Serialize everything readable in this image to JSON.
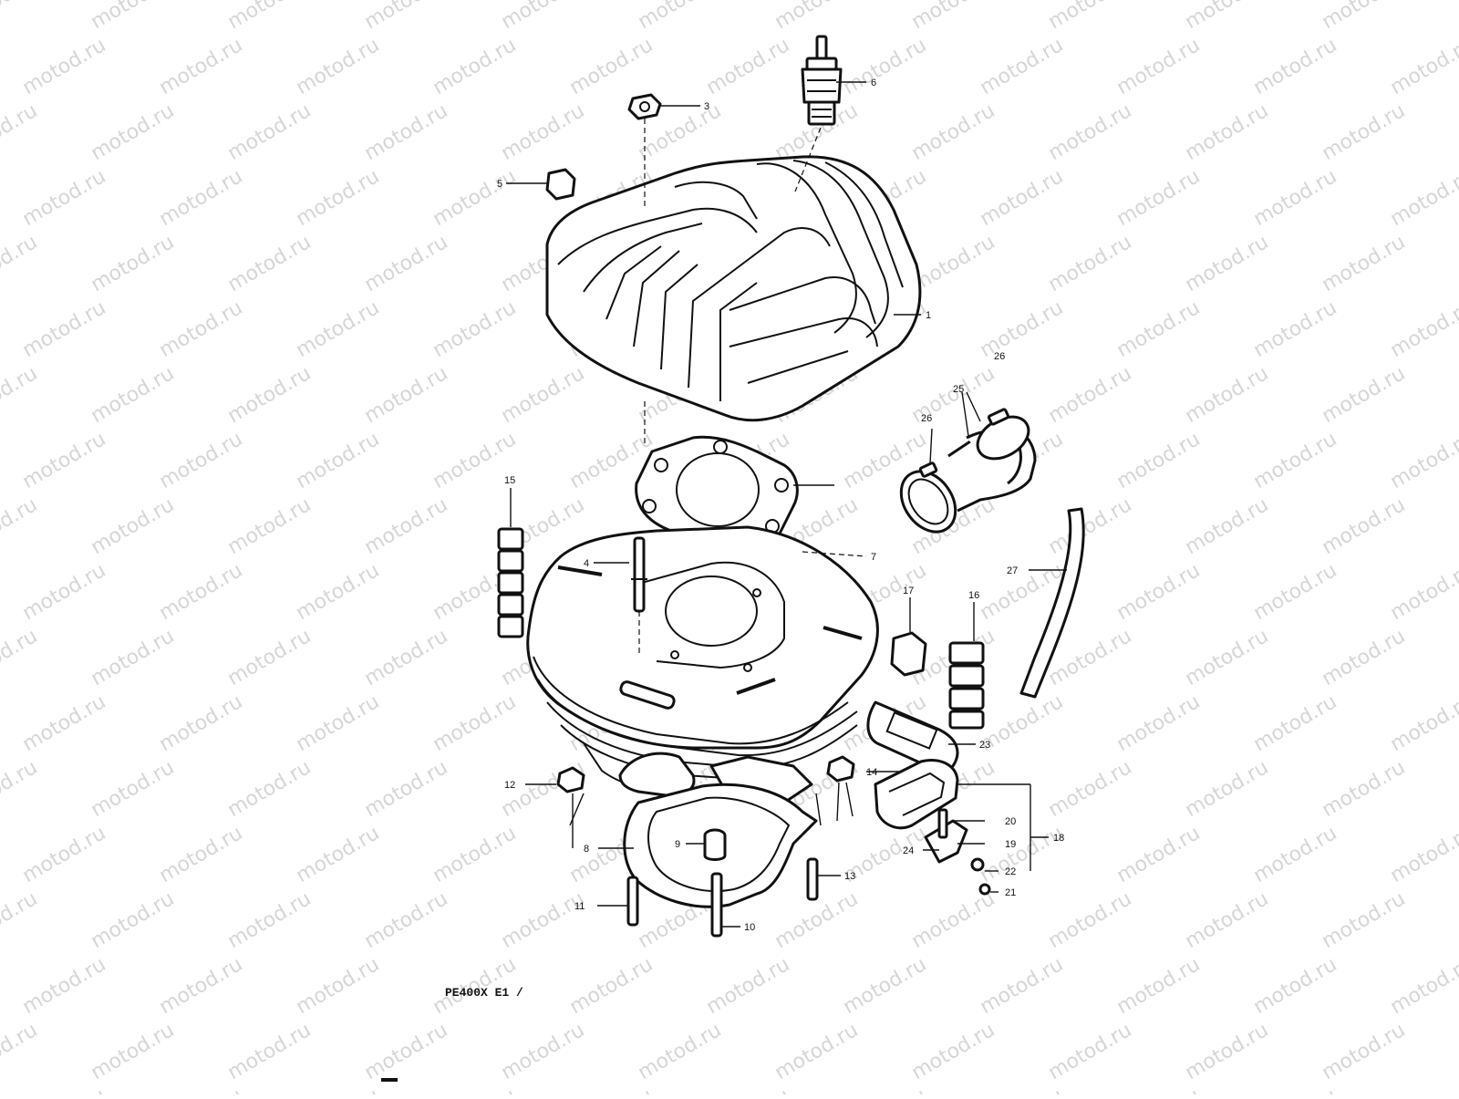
{
  "watermark": {
    "text": "motod.ru",
    "color": "#d6d6d6"
  },
  "diagram": {
    "caption": "PE400X E1 /",
    "line_color": "#111111",
    "callouts": {
      "cylinder_head": "1",
      "nut_top": "3",
      "stud": "4",
      "cap_top": "5",
      "spark_plug": "6",
      "head_gasket": "7",
      "base_gasket": "8",
      "dowel": "9",
      "stud_bottom": "10",
      "pin_left": "11",
      "nut_left": "12",
      "pin_right": "13",
      "reed_plate": "14",
      "damper_left": "15",
      "damper_right": "16",
      "cap_right": "17",
      "reed_valve_assy": "18",
      "screw_19": "19",
      "reed_stopper": "20",
      "screw_21": "21",
      "washer_22": "22",
      "reed_gasket": "23",
      "screw_24": "24",
      "intake_pipe": "25",
      "clamp_26_lower": "26",
      "clamp_26_upper": "26",
      "hose": "27"
    }
  }
}
